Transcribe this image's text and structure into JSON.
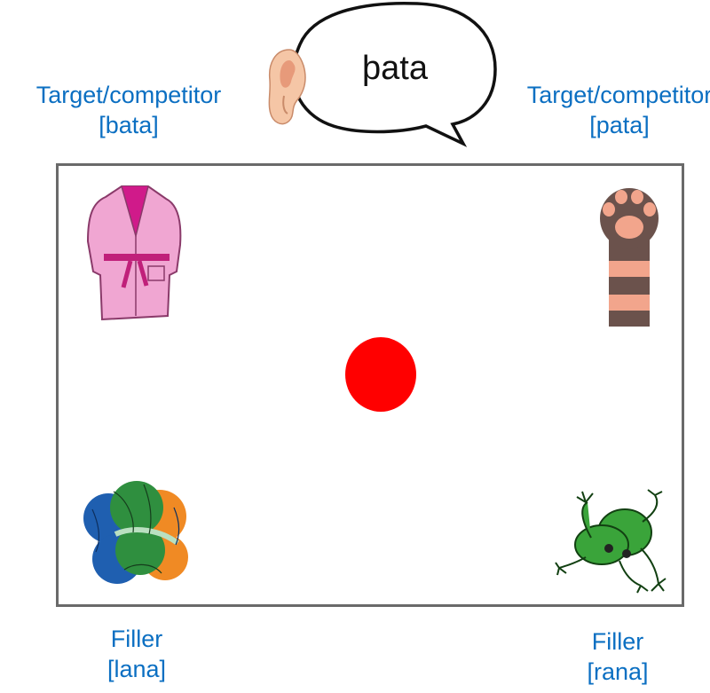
{
  "speech_bubble": {
    "word": "þata"
  },
  "labels": {
    "top_left": {
      "role": "Target/competitor",
      "word": "[bata]"
    },
    "top_right": {
      "role": "Target/competitor",
      "word": "[pata]"
    },
    "bottom_left": {
      "role": "Filler",
      "word": "[lana]"
    },
    "bottom_right": {
      "role": "Filler",
      "word": "[rana]"
    }
  },
  "icons": [
    "ear-icon",
    "bathrobe-icon",
    "paw-icon",
    "yarn-balls-icon",
    "frog-icon"
  ],
  "colors": {
    "label": "#0b6fc2",
    "fixation": "#ff0000",
    "frame": "#6a6a6a"
  }
}
